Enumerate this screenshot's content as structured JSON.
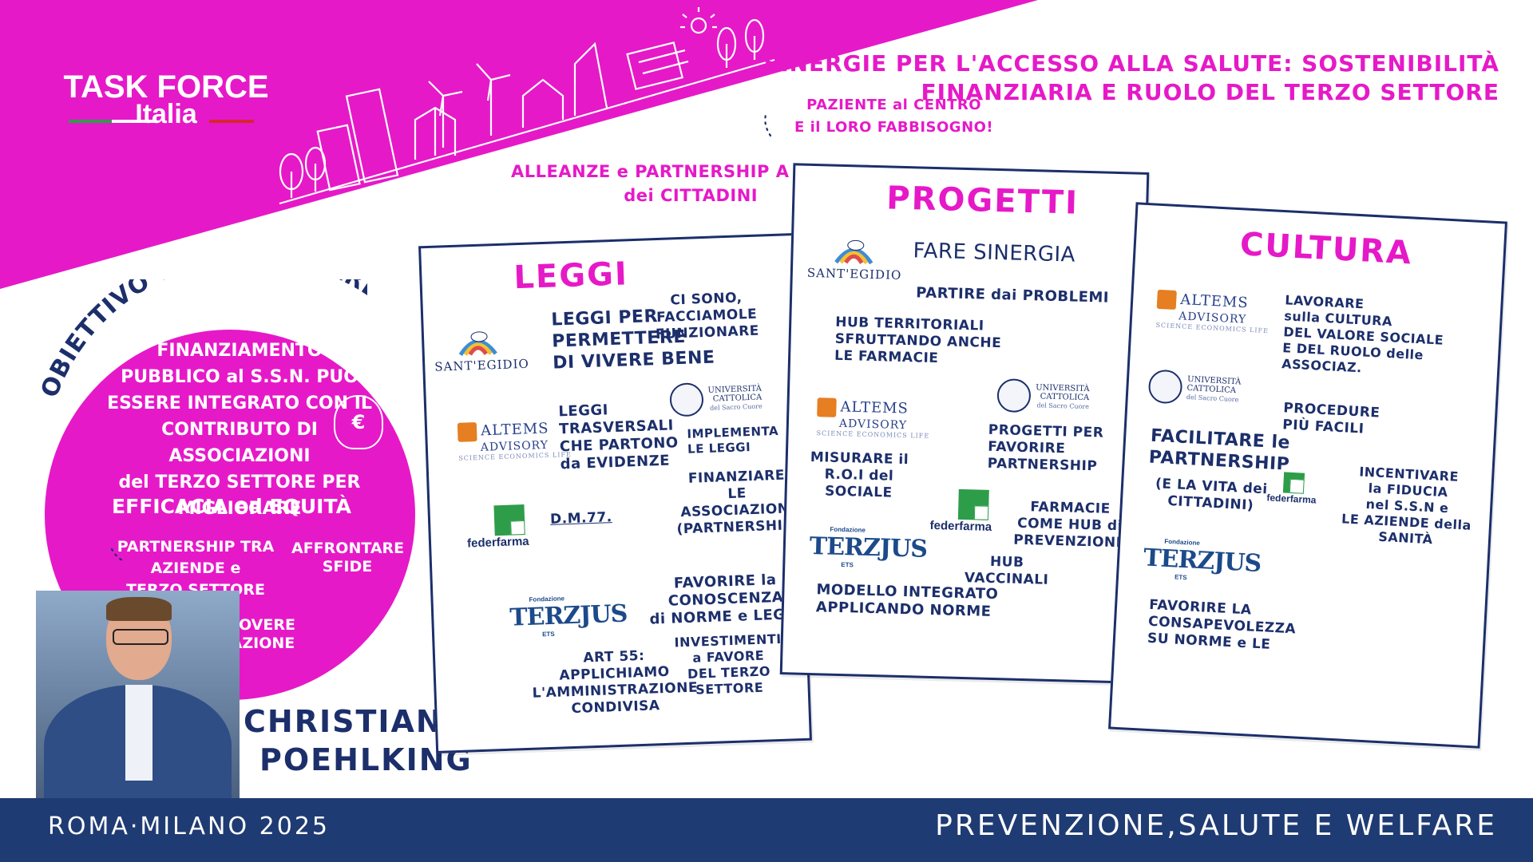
{
  "brand": {
    "line1": "TASK FORCE",
    "line2": "Italia"
  },
  "header": {
    "title_line1": "SINERGIE PER L'ACCESSO ALLA SALUTE: SOSTENIBILITÀ",
    "title_line2": "FINANZIARIA E RUOLO DEL TERZO SETTORE",
    "note_paziente": "PAZIENTE al CENTRO\nE il LORO FABBISOGNO!",
    "note_alleanze": "ALLEANZE e PARTNERSHIP A FAVORE\ndei CITTADINI"
  },
  "objective": {
    "arc_title": "OBIETTIVO da ACCELERARE",
    "body": "come il\nFINANZIAMENTO\nPUBBLICO al S.S.N. PUÒ\nESSERE INTEGRATO CON IL\nCONTRIBUTO DI ASSOCIAZIONI\ndel TERZO SETTORE PER MIGLIORARE",
    "emphasis": "EFFICACIA ed EQUITÀ",
    "partnership": "PARTNERSHIP TRA\nAZIENDE e\nTERZO SETTORE",
    "affrontare": "AFFRONTARE\nSFIDE",
    "promuovere": "PROMUOVERE\nINNOVAZIONE",
    "euro": "€"
  },
  "speaker": {
    "line1": "CHRISTIAN",
    "line2": "POEHLKING"
  },
  "orgs": {
    "santegidio": "SANT'EGIDIO",
    "altems_name": "ALTEMS",
    "altems_sub1": "ADVISORY",
    "altems_sub2": "SCIENCE ECONOMICS LIFE",
    "federfarma": "federfarma",
    "ucsc_line1": "UNIVERSITÀ",
    "ucsc_line2": "CATTOLICA",
    "ucsc_line3": "del Sacro Cuore",
    "terzjus_pre": "Fondazione",
    "terzjus": "TERZJUS",
    "terzjus_ets": "ETS"
  },
  "leggi": {
    "title": "LEGGI",
    "n1": "LEGGI PER\nPERMETTERE\nDI VIVERE BENE",
    "n2": "CI SONO,\nFACCIAMOLE\nFUNZIONARE",
    "n3": "LEGGI\nTRASVERSALI\nCHE PARTONO\nda EVIDENZE",
    "n4": "IMPLEMENTA\nLE LEGGI",
    "n5": "FINANZIARE\nLE ASSOCIAZIONI\n(PARTNERSHIP)",
    "n6": "D.M.77.",
    "n7": "FAVORIRE la\nCONOSCENZA\ndi NORME e LEGGI",
    "n8": "ART 55:\nAPPLICHIAMO\nL'AMMINISTRAZIONE\nCONDIVISA",
    "n9": "INVESTIMENTI\na FAVORE\nDEL TERZO\nSETTORE"
  },
  "progetti": {
    "title": "PROGETTI",
    "n1": "FARE SINERGIA",
    "n2": "PARTIRE dai PROBLEMI",
    "n3": "HUB TERRITORIALI\nSFRUTTANDO ANCHE\nLE FARMACIE",
    "n4": "MISURARE il\nR.O.I del\nSOCIALE",
    "n5": "PROGETTI PER\nFAVORIRE\nPARTNERSHIP",
    "n6": "FARMACIE\nCOME HUB di\nPREVENZIONE",
    "n7": "HUB\nVACCINALI",
    "n8": "MODELLO INTEGRATO\nAPPLICANDO NORME"
  },
  "cultura": {
    "title": "CULTURA",
    "n1": "LAVORARE\nsulla CULTURA\nDEL VALORE SOCIALE\nE DEL RUOLO delle ASSOCIAZ.",
    "n2": "PROCEDURE\nPIÙ FACILI",
    "n3": "FACILITARE le\nPARTNERSHIP",
    "n4": "(E LA VITA dei\nCITTADINI)",
    "n5": "INCENTIVARE\nla FIDUCIA\nnel S.S.N e\nLE AZIENDE della\nSANITÀ",
    "n6": "FAVORIRE LA\nCONSAPEVOLEZZA\nSU NORME e LE"
  },
  "footer": {
    "left": "ROMA·MILANO 2025",
    "right": "PREVENZIONE,SALUTE E WELFARE"
  },
  "colors": {
    "magenta": "#e619c8",
    "navy": "#1c2f6b",
    "footer": "#1f3b73",
    "flag_green": "#2e9d4a",
    "flag_red": "#d6262c"
  }
}
